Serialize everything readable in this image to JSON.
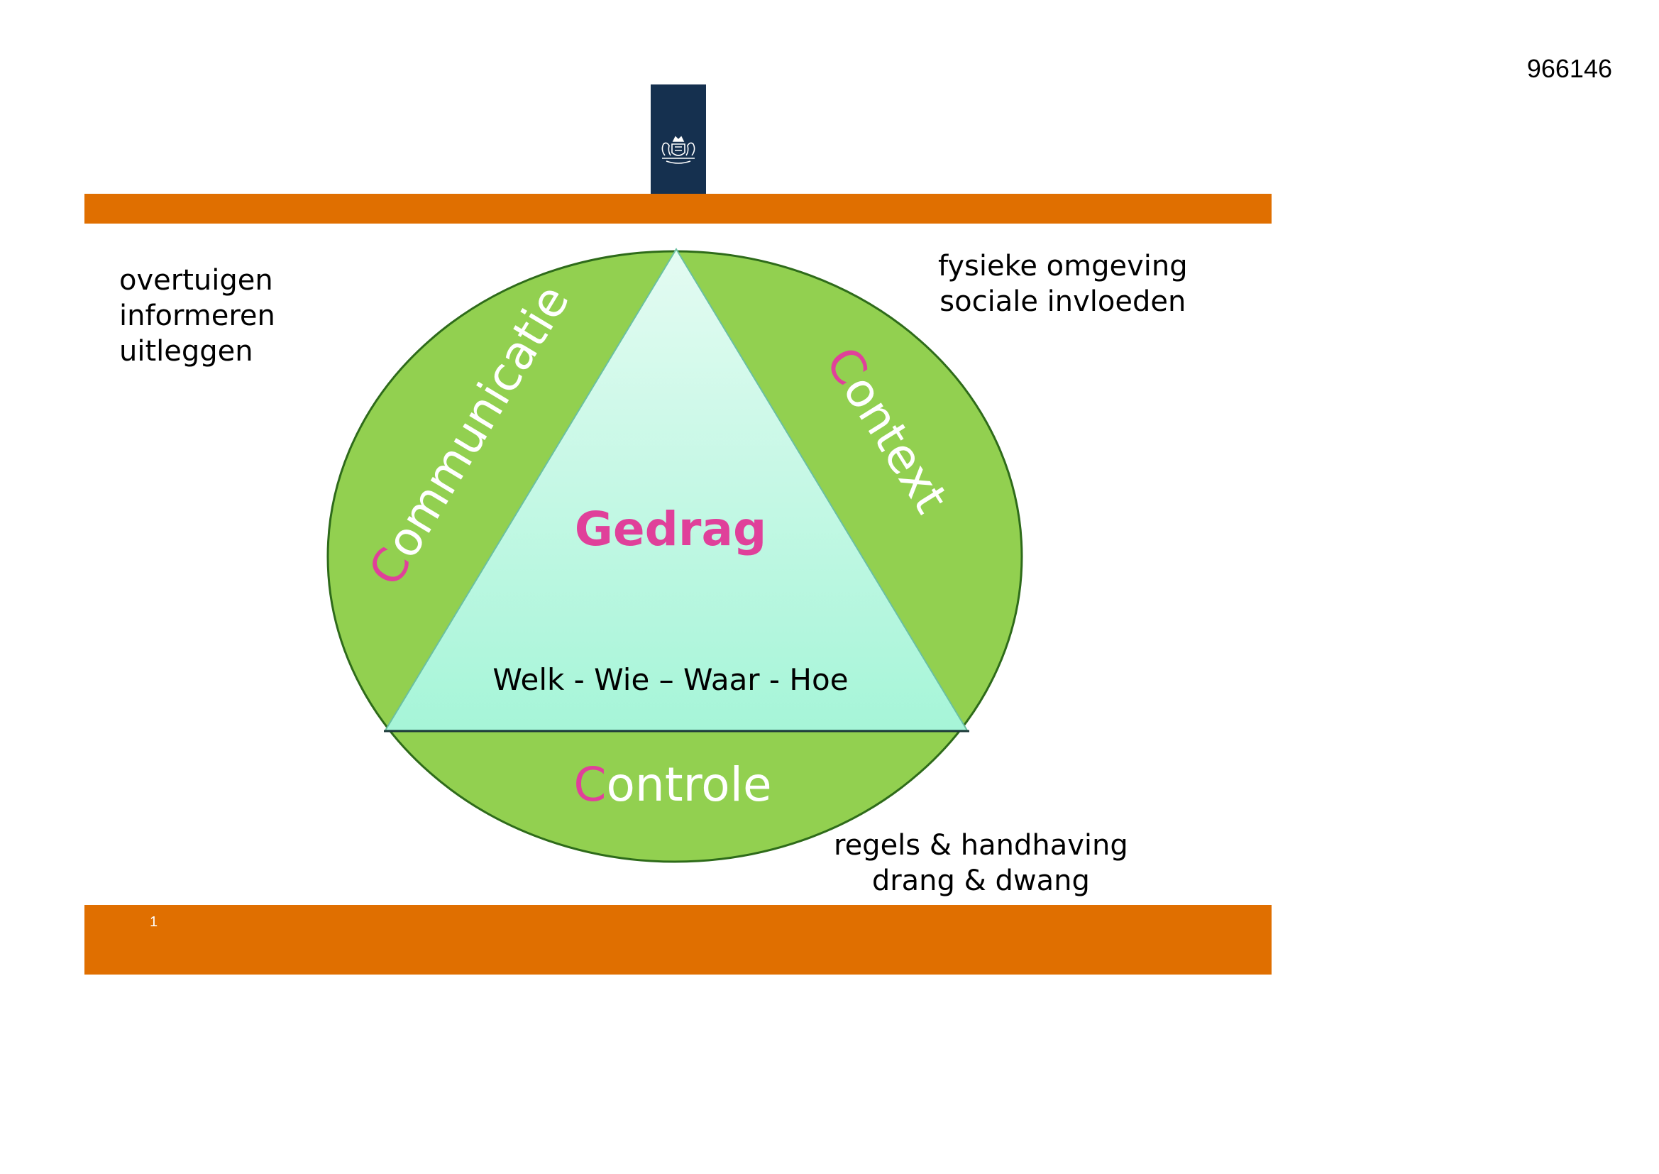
{
  "document_id": "966146",
  "page_number": "1",
  "colors": {
    "orange_bar": "#e06f00",
    "logo_background": "#15304f",
    "circle_fill": "#92d050",
    "circle_stroke": "#2e6b1a",
    "triangle_top": "#e4fbf2",
    "triangle_bottom": "#a6f5d8",
    "accent_pink": "#e0409a"
  },
  "icons": {
    "logo": "royal-coat-of-arms-icon"
  },
  "diagram": {
    "center_title": "Gedrag",
    "center_subtitle": "Welk - Wie – Waar - Hoe",
    "segments": {
      "communicatie": {
        "initial": "C",
        "rest": "ommunicatie"
      },
      "context": {
        "initial": "C",
        "rest": "ontext"
      },
      "controle": {
        "initial": "C",
        "rest": "ontrole"
      }
    }
  },
  "notes": {
    "communicatie": [
      "overtuigen",
      "informeren",
      "uitleggen"
    ],
    "context": [
      "fysieke omgeving",
      "sociale invloeden"
    ],
    "controle": [
      "regels & handhaving",
      "drang & dwang"
    ]
  }
}
